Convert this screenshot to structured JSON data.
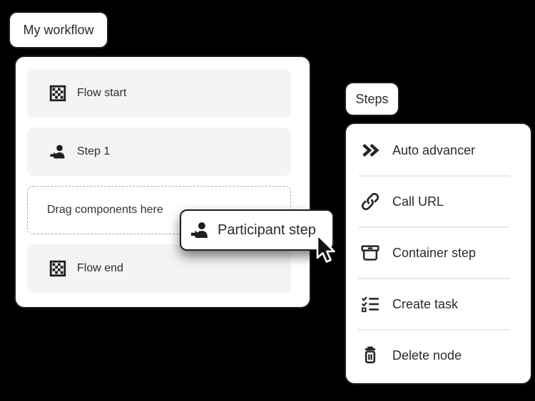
{
  "workflow": {
    "tab_label": "My workflow",
    "rows": [
      {
        "icon": "checkered-flag-icon",
        "label": "Flow start"
      },
      {
        "icon": "participant-icon",
        "label": "Step 1"
      },
      {
        "icon": "none",
        "type": "dropzone",
        "label": "Drag components here"
      },
      {
        "icon": "checkered-flag-icon",
        "label": "Flow end"
      }
    ]
  },
  "drag_card": {
    "icon": "participant-icon",
    "label": "Participant step"
  },
  "steps": {
    "tab_label": "Steps",
    "items": [
      {
        "icon": "double-chevron-right-icon",
        "label": "Auto advancer"
      },
      {
        "icon": "link-icon",
        "label": "Call URL"
      },
      {
        "icon": "container-box-icon",
        "label": "Container step"
      },
      {
        "icon": "task-checklist-icon",
        "label": "Create task"
      },
      {
        "icon": "trash-icon",
        "label": "Delete node"
      }
    ]
  },
  "cursor": {
    "type": "arrow-pointer"
  },
  "colors": {
    "background": "#000000",
    "panel_background": "#ffffff",
    "panel_border": "#1d1d1d",
    "row_background": "#f4f4f4",
    "dropzone_dash": "#ababab",
    "divider": "#e8e8e8",
    "text": "#2b2b2b"
  }
}
